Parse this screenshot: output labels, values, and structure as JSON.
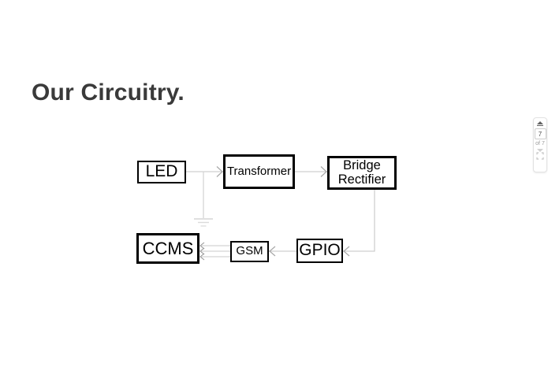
{
  "slide": {
    "title": "Our Circuitry."
  },
  "diagram": {
    "boxes": [
      {
        "id": "led",
        "label": "LED"
      },
      {
        "id": "transformer",
        "label": "Transformer"
      },
      {
        "id": "bridge_rectifier",
        "label": "Bridge Rectifier"
      },
      {
        "id": "ccms",
        "label": "CCMS"
      },
      {
        "id": "gsm",
        "label": "GSM"
      },
      {
        "id": "gpio",
        "label": "GPIO"
      }
    ],
    "connections": [
      {
        "from": "led",
        "to": "transformer",
        "style": "arrow-right"
      },
      {
        "from": "led-transformer-wire",
        "to": "ground",
        "style": "ground-symbol"
      },
      {
        "from": "transformer",
        "to": "bridge_rectifier",
        "style": "arrow-right"
      },
      {
        "from": "bridge_rectifier",
        "to": "gpio",
        "style": "elbow-arrow-left"
      },
      {
        "from": "gpio",
        "to": "gsm",
        "style": "arrow-left"
      },
      {
        "from": "gsm",
        "to": "ccms",
        "style": "triple-arrow-left"
      }
    ]
  },
  "pager": {
    "current_page": "7",
    "page_total_label": "of 7",
    "prev_icon": "up-triangle-icon",
    "next_icon": "down-triangle-icon",
    "fullscreen_icon": "expand-icon"
  },
  "colors": {
    "background": "#ffffff",
    "title_text": "#3a3a3a",
    "box_border": "#000000",
    "box_text": "#000000",
    "connector_line": "#cfcfcf",
    "arrowhead": "#a8a8a8"
  }
}
